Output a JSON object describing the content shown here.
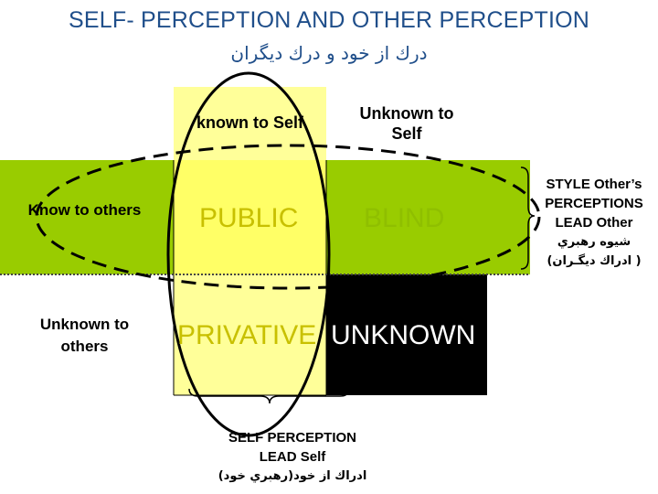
{
  "title": "SELF- PERCEPTION AND OTHER PERCEPTION",
  "subtitle": "درك از خود و درك ديگران",
  "window": {
    "col_known_self": "known  to Self",
    "col_unknown_self_line1": "Unknown  to",
    "col_unknown_self_line2": "Self",
    "row_known_others": "Know to others",
    "row_unknown_others_line1": "Unknown to",
    "row_unknown_others_line2": "others",
    "quadrant_public": "PUBLIC",
    "quadrant_blind": "BLIND",
    "quadrant_private": "PRIVATIVE",
    "quadrant_unknown": "UNKNOWN"
  },
  "side_note": {
    "line1": "STYLE Other’s",
    "line2": "PERCEPTIONS",
    "line3": "LEAD Other",
    "line4": "شيوه رهبري",
    "line5": "(ادراك ديگـران )"
  },
  "bottom_note": {
    "line1": "SELF PERCEPTION",
    "line2": "LEAD Self",
    "line3": "ادراك از خود(رهبري خود)"
  },
  "colors": {
    "title": "#1f4e8a",
    "green": "#99cc00",
    "light_yellow": "#ffff99",
    "bright_yellow": "#ffff66",
    "dark": "#000000"
  }
}
